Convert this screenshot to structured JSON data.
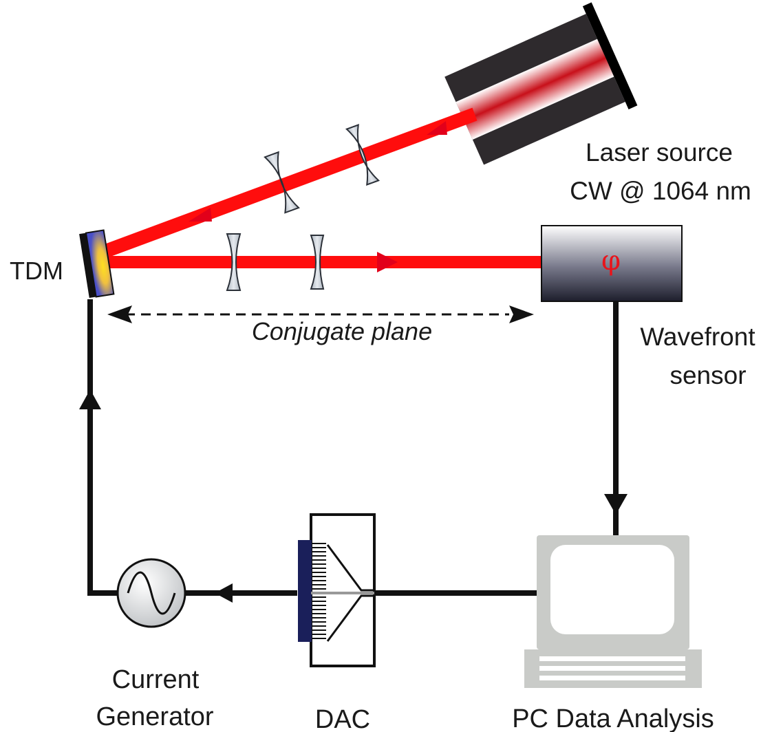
{
  "labels": {
    "laser_source_line1": "Laser source",
    "laser_source_line2": "CW @ 1064 nm",
    "tdm": "TDM",
    "conjugate_plane": "Conjugate plane",
    "wavefront_sensor_line1": "Wavefront",
    "wavefront_sensor_line2": "sensor",
    "phi_symbol": "φ",
    "current_generator_line1": "Current",
    "current_generator_line2": "Generator",
    "dac": "DAC",
    "pc_data_analysis": "PC Data Analysis"
  },
  "colors": {
    "beam": "#ff0d0d",
    "lens": "#c5ccd4",
    "lens_stroke": "#2b3038",
    "laser_body": "#2e2a2d",
    "wire": "#111111",
    "tdm_mirror": "#4a50c8",
    "tdm_hotspot": "#ffd21a",
    "computer": "#c9cbc8"
  }
}
